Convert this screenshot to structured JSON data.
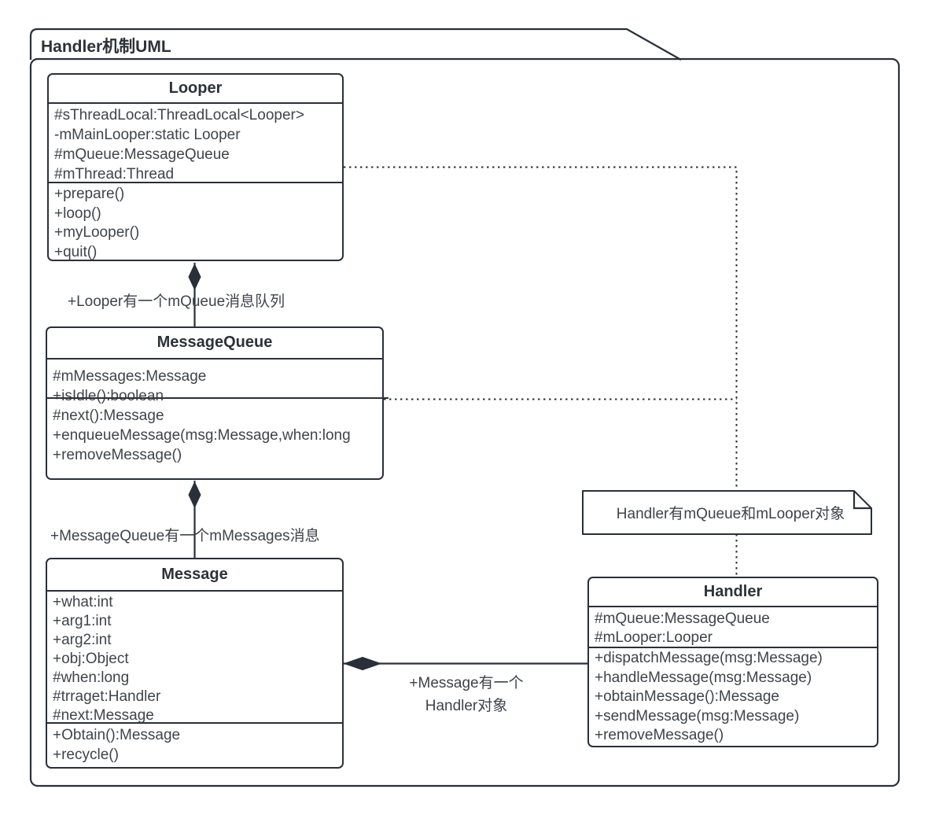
{
  "colors": {
    "stroke": "#2a3039",
    "text": "#3f444b",
    "title": "#2c323a",
    "bg": "#ffffff"
  },
  "frame": {
    "title": "Handler机制UML"
  },
  "classes": {
    "looper": {
      "name": "Looper",
      "attributes": [
        "#sThreadLocal:ThreadLocal<Looper>",
        "-mMainLooper:static Looper",
        "#mQueue:MessageQueue",
        "#mThread:Thread"
      ],
      "methods": [
        "+prepare()",
        "+loop()",
        "+myLooper()",
        "+quit()"
      ]
    },
    "messagequeue": {
      "name": "MessageQueue",
      "attributes": [
        "#mMessages:Message"
      ],
      "methods": [
        "+isIdle():boolean",
        "#next():Message",
        "+enqueueMessage(msg:Message,when:long",
        "+removeMessage()"
      ]
    },
    "message": {
      "name": "Message",
      "attributes": [
        "+what:int",
        "+arg1:int",
        "+arg2:int",
        "+obj:Object",
        "#when:long",
        "#trraget:Handler",
        "#next:Message"
      ],
      "methods": [
        "+Obtain():Message",
        "+recycle()"
      ]
    },
    "handler": {
      "name": "Handler",
      "attributes": [
        "#mQueue:MessageQueue",
        "#mLooper:Looper"
      ],
      "methods": [
        "+dispatchMessage(msg:Message)",
        "+handleMessage(msg:Message)",
        "+obtainMessage():Message",
        "+sendMessage(msg:Message)",
        "+removeMessage()"
      ]
    }
  },
  "note": {
    "text": "Handler有mQueue和mLooper对象"
  },
  "edges": {
    "looper_messagequeue": {
      "type": "aggregation",
      "label": "+Looper有一个mQueue消息队列"
    },
    "messagequeue_message": {
      "type": "aggregation",
      "label": "+MessageQueue有一个mMessages消息"
    },
    "message_handler": {
      "type": "aggregation",
      "label_line1": "+Message有一个",
      "label_line2": "Handler对象"
    },
    "looper_note": {
      "type": "dotted"
    },
    "messagequeue_note": {
      "type": "dotted"
    },
    "note_handler": {
      "type": "dotted"
    }
  }
}
